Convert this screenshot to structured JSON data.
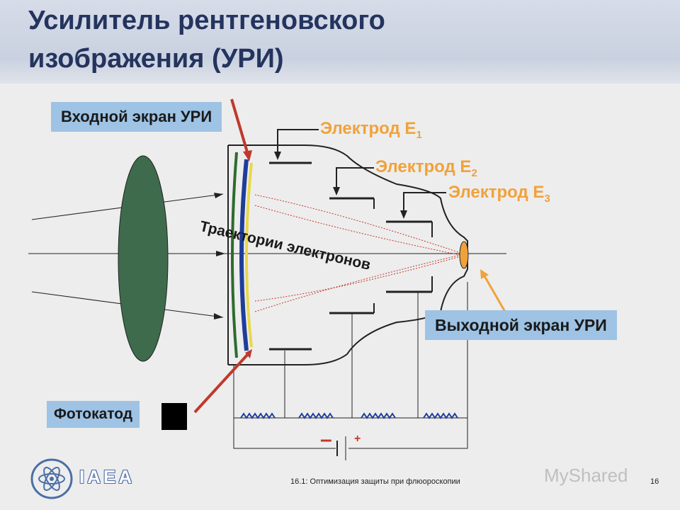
{
  "title": {
    "line1": "Усилитель рентгеновского",
    "line2": "изображения (УРИ)"
  },
  "labels": {
    "input_screen": "Входной экран УРИ",
    "output_screen": "Выходной экран УРИ",
    "photocathode": "Фотокатод",
    "trajectories": "Траектории электронов",
    "minus": "–",
    "plus": "+"
  },
  "electrodes": [
    {
      "name": "Электрод E",
      "index": "1"
    },
    {
      "name": "Электрод E",
      "index": "2"
    },
    {
      "name": "Электрод E",
      "index": "3"
    }
  ],
  "footer": {
    "text": "16.1: Оптимизация защиты при флюороскопии",
    "page": "16",
    "logo_text": "IAEA",
    "watermark": "MyShared"
  },
  "colors": {
    "title": "#24345e",
    "label_box": "#9ec3e4",
    "electrode": "#f0a23a",
    "lens": "#3e6b4c",
    "arrow_red": "#c0392b",
    "arrow_orange": "#f0a23a"
  }
}
